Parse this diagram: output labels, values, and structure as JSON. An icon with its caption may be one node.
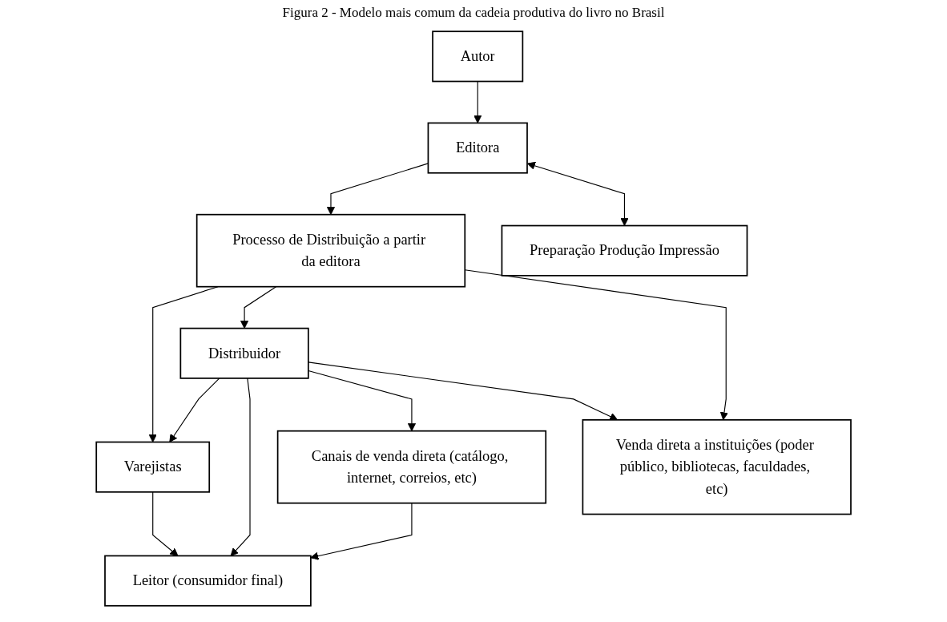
{
  "diagram": {
    "title": "Figura 2 - Modelo mais comum da cadeia produtiva do livro no Brasil",
    "nodes": [
      {
        "text": [
          "Autor"
        ]
      },
      {
        "text": [
          "Editora"
        ]
      },
      {
        "text": [
          "Processo de Distribuição a partir da editora"
        ]
      },
      {
        "text": [
          "Preparação Produção Impressão"
        ]
      },
      {
        "text": [
          "Distribuidor"
        ]
      },
      {
        "text": [
          "Venda direta a instituições (poder público, bibliotecas, faculdades, etc)"
        ]
      },
      {
        "text": [
          "Varejistas"
        ]
      },
      {
        "text": [
          "Canais de venda direta (catálogo, internet, correios, etc)"
        ]
      },
      {
        "text": [
          "Leitor (consumidor final)"
        ]
      }
    ],
    "edges": [
      {
        "from": 0,
        "to": 1,
        "arrow": "to"
      },
      {
        "from": 1,
        "to": 2,
        "arrow": "to"
      },
      {
        "from": 1,
        "to": 3,
        "arrow": "both"
      },
      {
        "from": 2,
        "to": 6,
        "arrow": "to"
      },
      {
        "from": 2,
        "to": 4,
        "arrow": "to"
      },
      {
        "from": 2,
        "to": 5,
        "arrow": "to"
      },
      {
        "from": 4,
        "to": 6,
        "arrow": "to"
      },
      {
        "from": 4,
        "to": 8,
        "arrow": "to"
      },
      {
        "from": 4,
        "to": 7,
        "arrow": "to"
      },
      {
        "from": 4,
        "to": 5,
        "arrow": "to"
      },
      {
        "from": 6,
        "to": 8,
        "arrow": "to"
      },
      {
        "from": 7,
        "to": 8,
        "arrow": "to"
      }
    ]
  }
}
